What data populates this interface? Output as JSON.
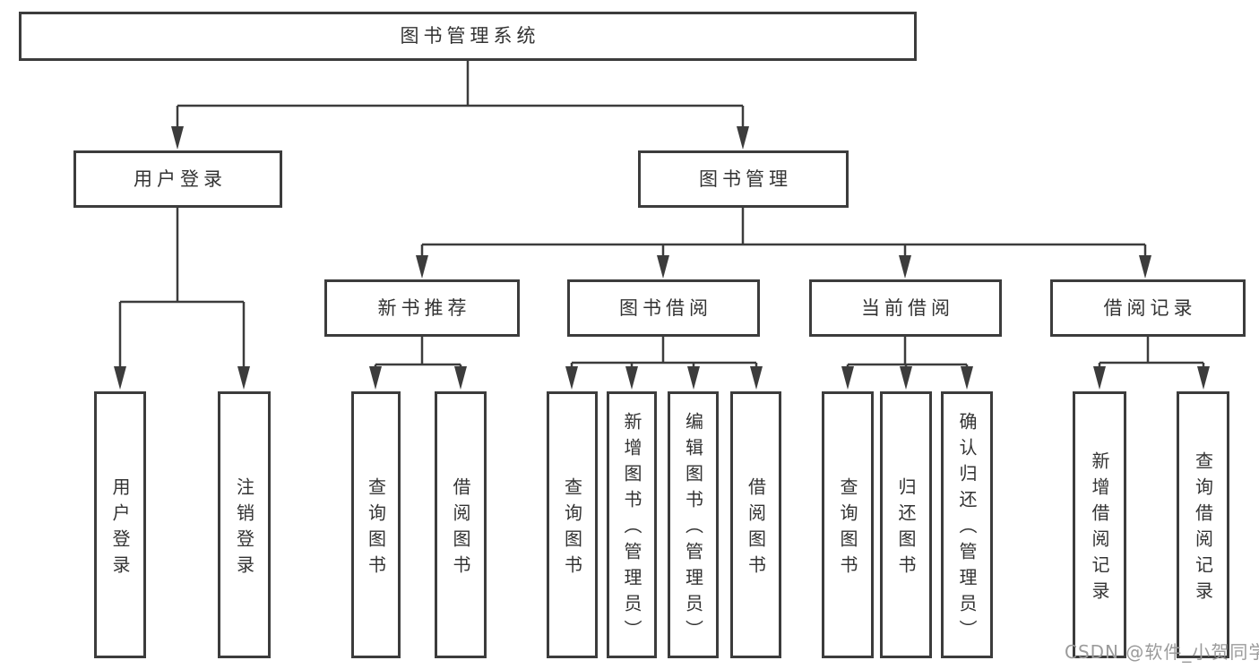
{
  "diagram_type": "functional-structure-tree",
  "colors": {
    "line": "#3c3c3c",
    "box_border": "#3c3c3c",
    "box_fill": "#ffffff",
    "text": "#333333",
    "watermark": "#9b9b9b"
  },
  "tree": {
    "label": "图书管理系统",
    "children": [
      {
        "label": "用户登录",
        "children": [
          {
            "label": "用户登录"
          },
          {
            "label": "注销登录"
          }
        ]
      },
      {
        "label": "图书管理",
        "children": [
          {
            "label": "新书推荐",
            "children": [
              {
                "label": "查询图书"
              },
              {
                "label": "借阅图书"
              }
            ]
          },
          {
            "label": "图书借阅",
            "children": [
              {
                "label": "查询图书"
              },
              {
                "label": "新增图书（管理员）"
              },
              {
                "label": "编辑图书（管理员）"
              },
              {
                "label": "借阅图书"
              }
            ]
          },
          {
            "label": "当前借阅",
            "children": [
              {
                "label": "查询图书"
              },
              {
                "label": "归还图书"
              },
              {
                "label": "确认归还（管理员）"
              }
            ]
          },
          {
            "label": "借阅记录",
            "children": [
              {
                "label": "新增借阅记录"
              },
              {
                "label": "查询借阅记录"
              }
            ]
          }
        ]
      }
    ]
  },
  "watermark": "CSDN @软件_小贺同学"
}
